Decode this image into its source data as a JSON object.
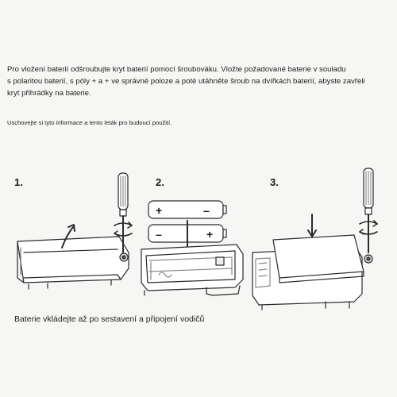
{
  "instructions": {
    "paragraph_lines": [
      "Pro vložení baterií odšroubujte kryt baterií pomocí šroubováku. Vložte požadované baterie v souladu",
      "s polaritou baterií, s póly + a + ve správné poloze a poté utáhněte šroub na dvířkách baterií, abyste zavřeli",
      "kryt přihrádky na baterie."
    ],
    "keep_note": "Uschovejte si tyto informace a tento leták pro budoucí použití."
  },
  "steps": [
    {
      "number": "1."
    },
    {
      "number": "2."
    },
    {
      "number": "3."
    }
  ],
  "battery_labels": {
    "top_left": "+",
    "top_right": "–",
    "bottom_left": "–",
    "bottom_right": "+"
  },
  "footer_note": "Baterie vkládejte až po sestavení a připojení vodičů"
}
